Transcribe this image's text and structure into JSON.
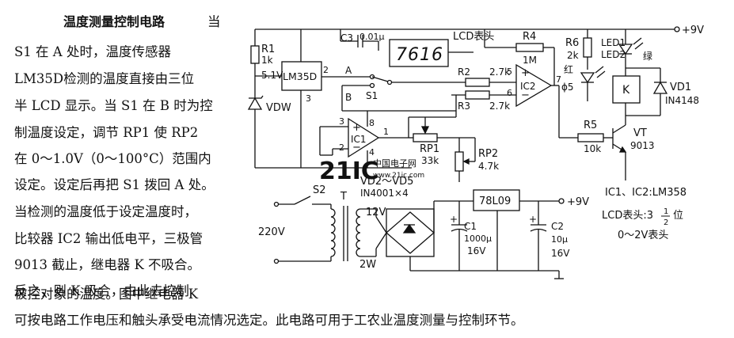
{
  "article": {
    "title": "温度测量控制电路",
    "lines": [
      "当",
      "S1 在 A 处时，温度传感器",
      "LM35D检测的温度直接由三位",
      "半 LCD 显示。当 S1 在 B 时为控",
      "制温度设定，调节 RP1 使 RP2",
      "在 0～1.0V（0～100°C）范围内",
      "设定。设定后再把 S1 拨回 A 处。",
      "当检测的温度低于设定温度时，",
      "比较器 IC2 输出低电平，三极管",
      "9013 截止，继电器 K 不吸合。",
      "反之，则 K 吸合，由此去控制",
      "被控对象的温度。图中继电器 K"
    ],
    "bottom_line": "可按电路工作电压和触头承受电流情况选定。此电路可用于工农业温度测量与控制环节。"
  },
  "schematic": {
    "supply_top": "+9V",
    "supply_psu": "+9V",
    "r1": "R1",
    "r1_val": "1k",
    "zener_v": "5.1V",
    "vdw": "VDW",
    "lm35d": "LM35D",
    "pin2": "2",
    "pin3": "3",
    "c3": "C3",
    "c3_val": "0.01μ",
    "lcd_display": "7616",
    "lcd_label": "LCD表头",
    "r4": "R4",
    "r4_val": "1M",
    "r6": "R6",
    "r6_val": "2k",
    "led1": "LED1",
    "led2": "LED2",
    "green": "绿",
    "red": "红",
    "node_a": "A",
    "node_b": "B",
    "s1": "S1",
    "r2": "R2",
    "r2_val": "2.7k",
    "r3": "R3",
    "r3_val": "2.7k",
    "ic2": "IC2",
    "ic2_p5": "5",
    "ic2_p6": "6",
    "ic2_p7": "7",
    "ic2_plus": "+",
    "ic2_minus": "−",
    "phi5": "ϕ5",
    "relay": "K",
    "vd1": "VD1",
    "vd1_part": "IN4148",
    "r5": "R5",
    "r5_val": "10k",
    "vt": "VT",
    "vt_part": "9013",
    "ic1": "IC1",
    "ic1_p1": "1",
    "ic1_p2": "2",
    "ic1_p3": "3",
    "ic1_p4": "4",
    "ic1_p8": "8",
    "ic1_plus": "+",
    "ic1_minus": "−",
    "rp1": "RP1",
    "rp1_val": "33k",
    "rp2": "RP2",
    "rp2_val": "4.7k",
    "vd_bridge": "VD2～VD5",
    "vd_bridge_part": "IN4001×4",
    "s2": "S2",
    "t": "T",
    "mains": "220V",
    "sec_v": "12V",
    "xfmr_w": "2W",
    "reg": "78L09",
    "c1": "C1",
    "c1_val": "1000μ",
    "c1_v": "16V",
    "c2": "C2",
    "c2_val": "10μ",
    "c2_v": "16V",
    "ic_note": "IC1、IC2:LM358",
    "lcd_note_prefix": "LCD表头:3",
    "lcd_note_num": "1",
    "lcd_note_den": "2",
    "lcd_note_suffix": "位",
    "range_note": "0～2V表头",
    "watermark_main": "21IC",
    "watermark_sub": "中国电子网",
    "watermark_url": "www.21ic.com"
  }
}
